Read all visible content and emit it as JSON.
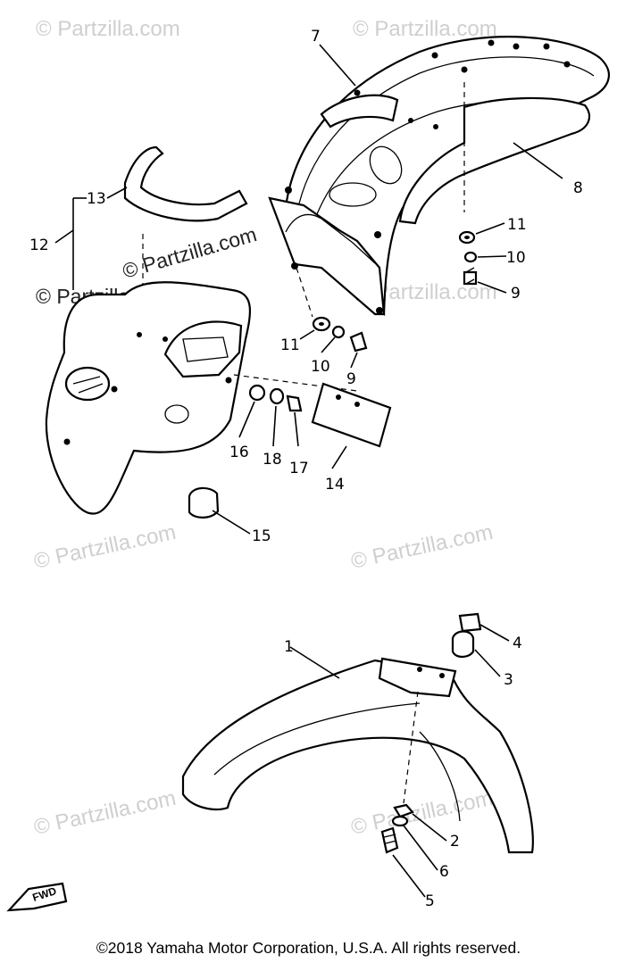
{
  "watermarks": [
    "© Partzilla.com",
    "© Partzilla.com",
    "© Partzilla.com",
    "© Partzilla.com",
    "© Partzilla.com",
    "© Partzilla.com",
    "© Partzilla.com",
    "© Partzilla.com",
    "© Partzilla.com"
  ],
  "callouts": [
    "1",
    "2",
    "3",
    "4",
    "5",
    "6",
    "7",
    "8",
    "9",
    "9",
    "10",
    "10",
    "11",
    "11",
    "12",
    "13",
    "14",
    "15",
    "16",
    "17",
    "18"
  ],
  "fwd_label": "FWD",
  "copyright": "©2018  Yamaha Motor Corporation, U.S.A. All rights reserved."
}
